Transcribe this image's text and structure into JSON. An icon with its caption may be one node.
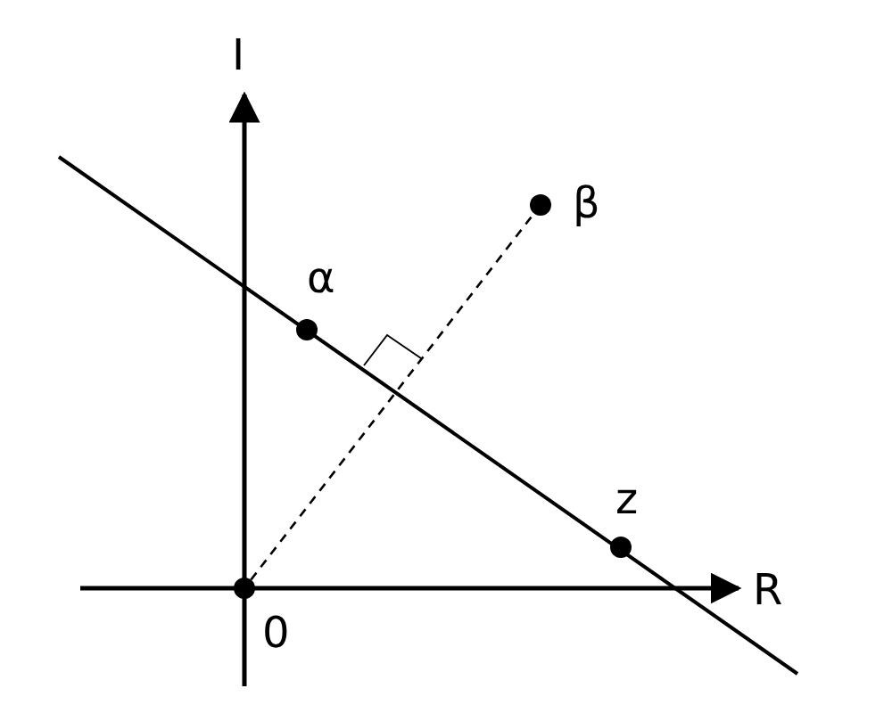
{
  "diagram": {
    "nodes": [
      {
        "text": [
          "0"
        ]
      },
      {
        "text": [
          "α"
        ]
      },
      {
        "text": [
          "β"
        ]
      },
      {
        "text": [
          "z"
        ]
      }
    ],
    "edges": [
      {
        "from": 0,
        "to": 2,
        "arrow": "none",
        "style": "dashed"
      }
    ],
    "labels": [
      "I",
      "R"
    ]
  }
}
